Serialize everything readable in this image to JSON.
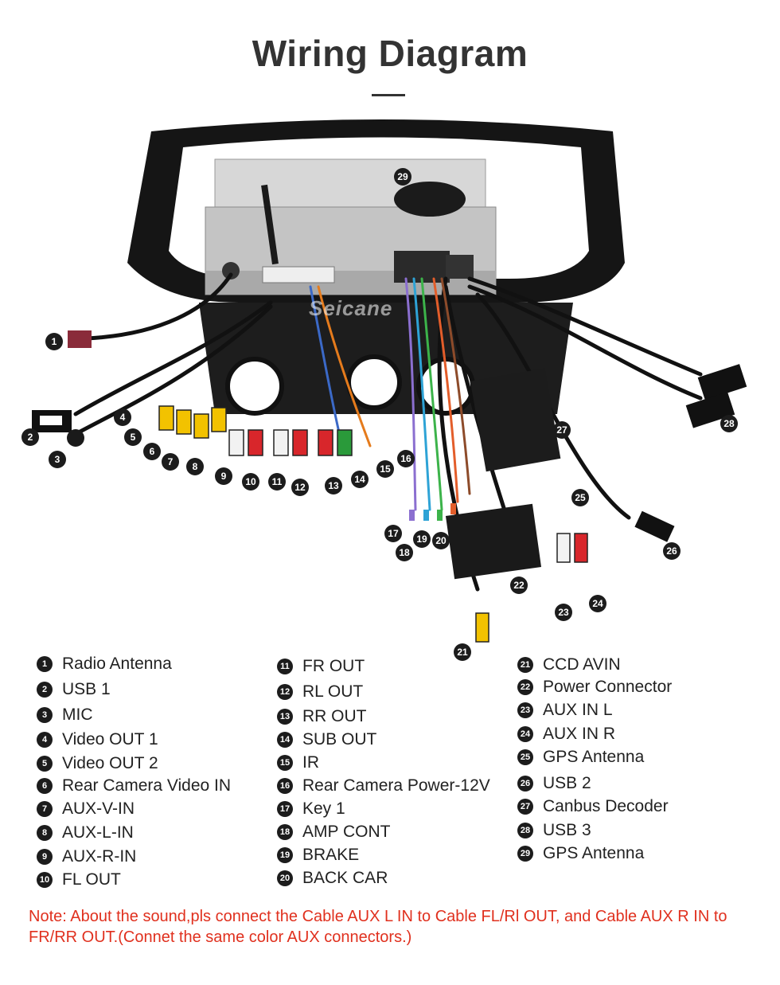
{
  "header": {
    "title": "Wiring Diagram"
  },
  "watermark": "Seicane",
  "legend": [
    {
      "n": "1",
      "label": "Radio Antenna"
    },
    {
      "n": "2",
      "label": "USB 1"
    },
    {
      "n": "3",
      "label": "MIC"
    },
    {
      "n": "4",
      "label": "Video OUT 1"
    },
    {
      "n": "5",
      "label": "Video OUT 2"
    },
    {
      "n": "6",
      "label": "Rear Camera Video IN"
    },
    {
      "n": "7",
      "label": "AUX-V-IN"
    },
    {
      "n": "8",
      "label": "AUX-L-IN"
    },
    {
      "n": "9",
      "label": "AUX-R-IN"
    },
    {
      "n": "10",
      "label": "FL OUT"
    },
    {
      "n": "11",
      "label": "FR OUT"
    },
    {
      "n": "12",
      "label": "RL OUT"
    },
    {
      "n": "13",
      "label": "RR OUT"
    },
    {
      "n": "14",
      "label": "SUB OUT"
    },
    {
      "n": "15",
      "label": "IR"
    },
    {
      "n": "16",
      "label": "Rear Camera Power-12V"
    },
    {
      "n": "17",
      "label": "Key 1"
    },
    {
      "n": "18",
      "label": "AMP CONT"
    },
    {
      "n": "19",
      "label": "BRAKE"
    },
    {
      "n": "20",
      "label": "BACK CAR"
    },
    {
      "n": "21",
      "label": "CCD AVIN"
    },
    {
      "n": "22",
      "label": "Power Connector"
    },
    {
      "n": "23",
      "label": "AUX IN L"
    },
    {
      "n": "24",
      "label": "AUX IN R"
    },
    {
      "n": "25",
      "label": "GPS Antenna"
    },
    {
      "n": "26",
      "label": "USB 2"
    },
    {
      "n": "27",
      "label": "Canbus Decoder"
    },
    {
      "n": "28",
      "label": "USB 3"
    },
    {
      "n": "29",
      "label": "GPS Antenna"
    }
  ],
  "note": "Note: About the sound,pls connect the Cable AUX L IN to Cable FL/Rl OUT, and Cable AUX R IN to  FR/RR OUT.(Connet the same color AUX connectors.)",
  "colors": {
    "note_text": "#e0301e",
    "rca_yellow": "#f2c200",
    "rca_red": "#d8262b",
    "rca_white": "#f2f2f2",
    "rca_green": "#2a9a3a"
  }
}
